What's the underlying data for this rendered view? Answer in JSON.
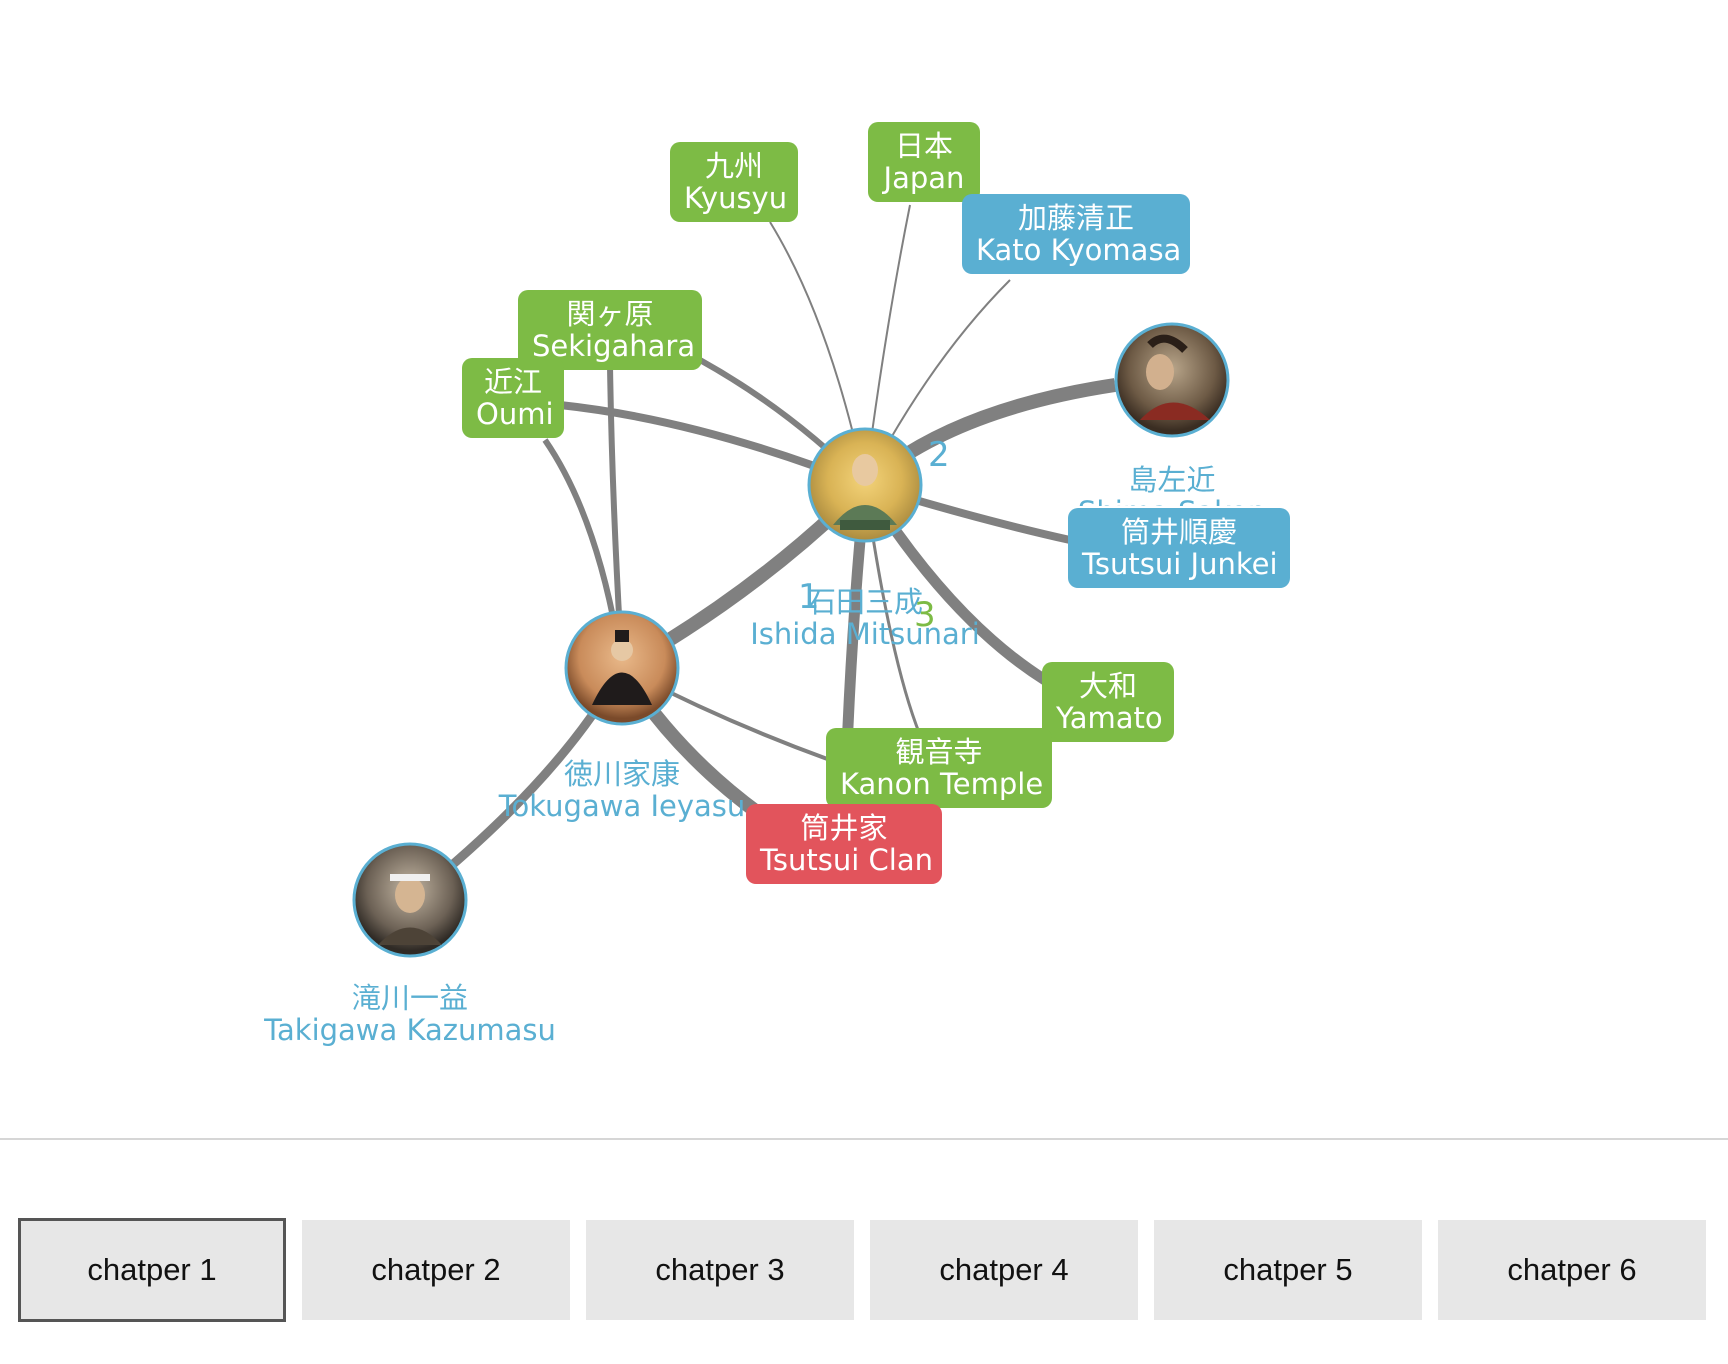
{
  "colors": {
    "place": "#7dbb45",
    "person": "#5aafd2",
    "clan": "#e2545c",
    "edge": "#808080"
  },
  "nodes": {
    "kyusyu": {
      "jp": "九州",
      "en": "Kyusyu",
      "kind": "place"
    },
    "japan": {
      "jp": "日本",
      "en": "Japan",
      "kind": "place"
    },
    "kato": {
      "jp": "加藤清正",
      "en": "Kato Kyomasa",
      "kind": "person-box"
    },
    "sekigahara": {
      "jp": "関ヶ原",
      "en": "Sekigahara",
      "kind": "place"
    },
    "oumi": {
      "jp": "近江",
      "en": "Oumi",
      "kind": "place"
    },
    "tsutsui_junkei": {
      "jp": "筒井順慶",
      "en": "Tsutsui Junkei",
      "kind": "person-box"
    },
    "yamato": {
      "jp": "大和",
      "en": "Yamato",
      "kind": "place"
    },
    "kanon": {
      "jp": "観音寺",
      "en": "Kanon Temple",
      "kind": "place"
    },
    "tsutsui_clan": {
      "jp": "筒井家",
      "en": "Tsutsui Clan",
      "kind": "clan"
    },
    "ishida": {
      "jp": "石田三成",
      "en": "Ishida Mitsunari",
      "kind": "person"
    },
    "tokugawa": {
      "jp": "徳川家康",
      "en": "Tokugawa Ieyasu",
      "kind": "person"
    },
    "shima": {
      "jp": "島左近",
      "en": "Shima Sakon",
      "kind": "person"
    },
    "takigawa": {
      "jp": "滝川一益",
      "en": "Takigawa Kazumasu",
      "kind": "person"
    }
  },
  "badges": {
    "one": "1",
    "two": "2",
    "three": "3"
  },
  "chapters": [
    "chatper 1",
    "chatper 2",
    "chatper 3",
    "chatper 4",
    "chatper 5",
    "chatper 6"
  ],
  "active_chapter": "chatper 1"
}
